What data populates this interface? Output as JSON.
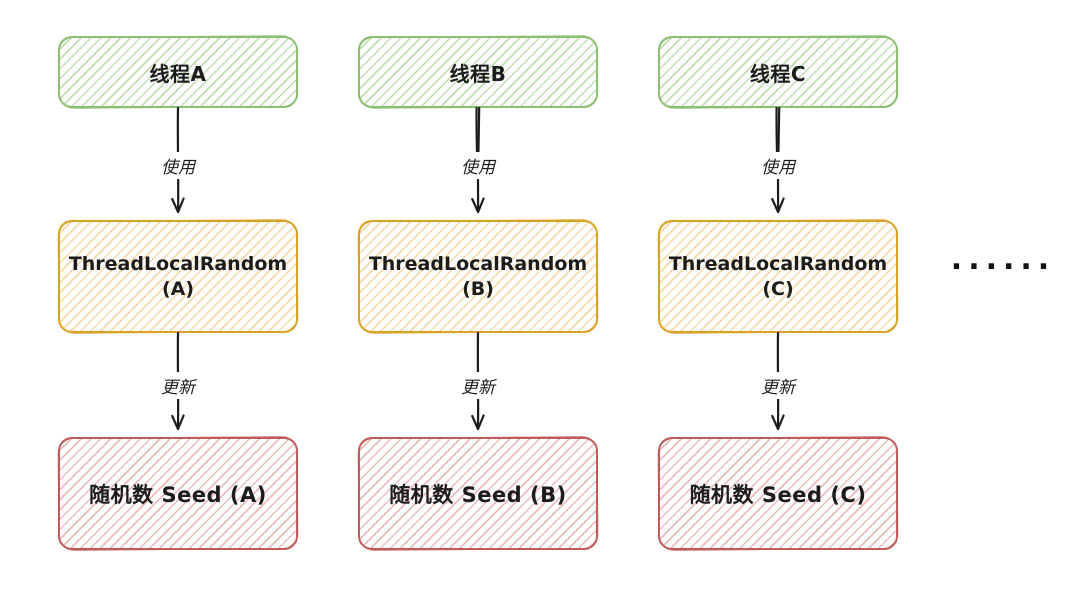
{
  "diagram": {
    "title_implied": "ThreadLocalRandom per-thread seed diagram",
    "columns": [
      {
        "thread_label": "线程A",
        "use_label": "使用",
        "tlr_line1": "ThreadLocalRandom",
        "tlr_line2": "(A)",
        "update_label": "更新",
        "seed_label": "随机数 Seed (A)"
      },
      {
        "thread_label": "线程B",
        "use_label": "使用",
        "tlr_line1": "ThreadLocalRandom",
        "tlr_line2": "(B)",
        "update_label": "更新",
        "seed_label": "随机数 Seed (B)"
      },
      {
        "thread_label": "线程C",
        "use_label": "使用",
        "tlr_line1": "ThreadLocalRandom",
        "tlr_line2": "(C)",
        "update_label": "更新",
        "seed_label": "随机数 Seed (C)"
      }
    ],
    "ellipsis": "......",
    "colors": {
      "thread_box_border": "#8cbf72",
      "random_box_border": "#d9a226",
      "seed_box_border": "#bf5b5b",
      "arrow": "#1c1c1c",
      "text": "#1c1c1c",
      "background": "#ffffff"
    }
  }
}
